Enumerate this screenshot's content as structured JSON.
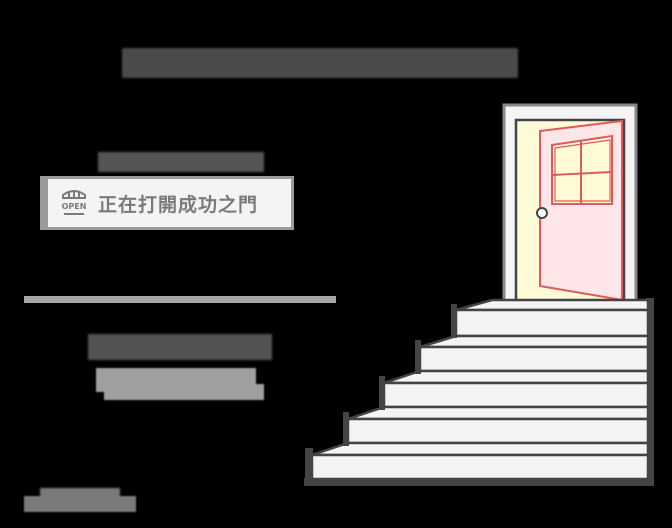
{
  "header": {
    "title_redacted": true
  },
  "banner": {
    "subtitle_redacted": true,
    "icon": "open-store-icon",
    "icon_label": "OPEN",
    "text": "正在打開成功之門"
  },
  "body": {
    "line1_redacted": true,
    "line2_redacted": true
  },
  "footer": {
    "text_redacted": true
  },
  "illustration": {
    "subject": "open door at top of staircase",
    "door_frame_color": "#f4f4f4",
    "door_opening_color": "#fffbd6",
    "door_color": "#ffe6e8",
    "door_outline_color": "#e05a5a",
    "stair_color": "#f4f4f4",
    "outline_color": "#444444",
    "steps": 5
  }
}
